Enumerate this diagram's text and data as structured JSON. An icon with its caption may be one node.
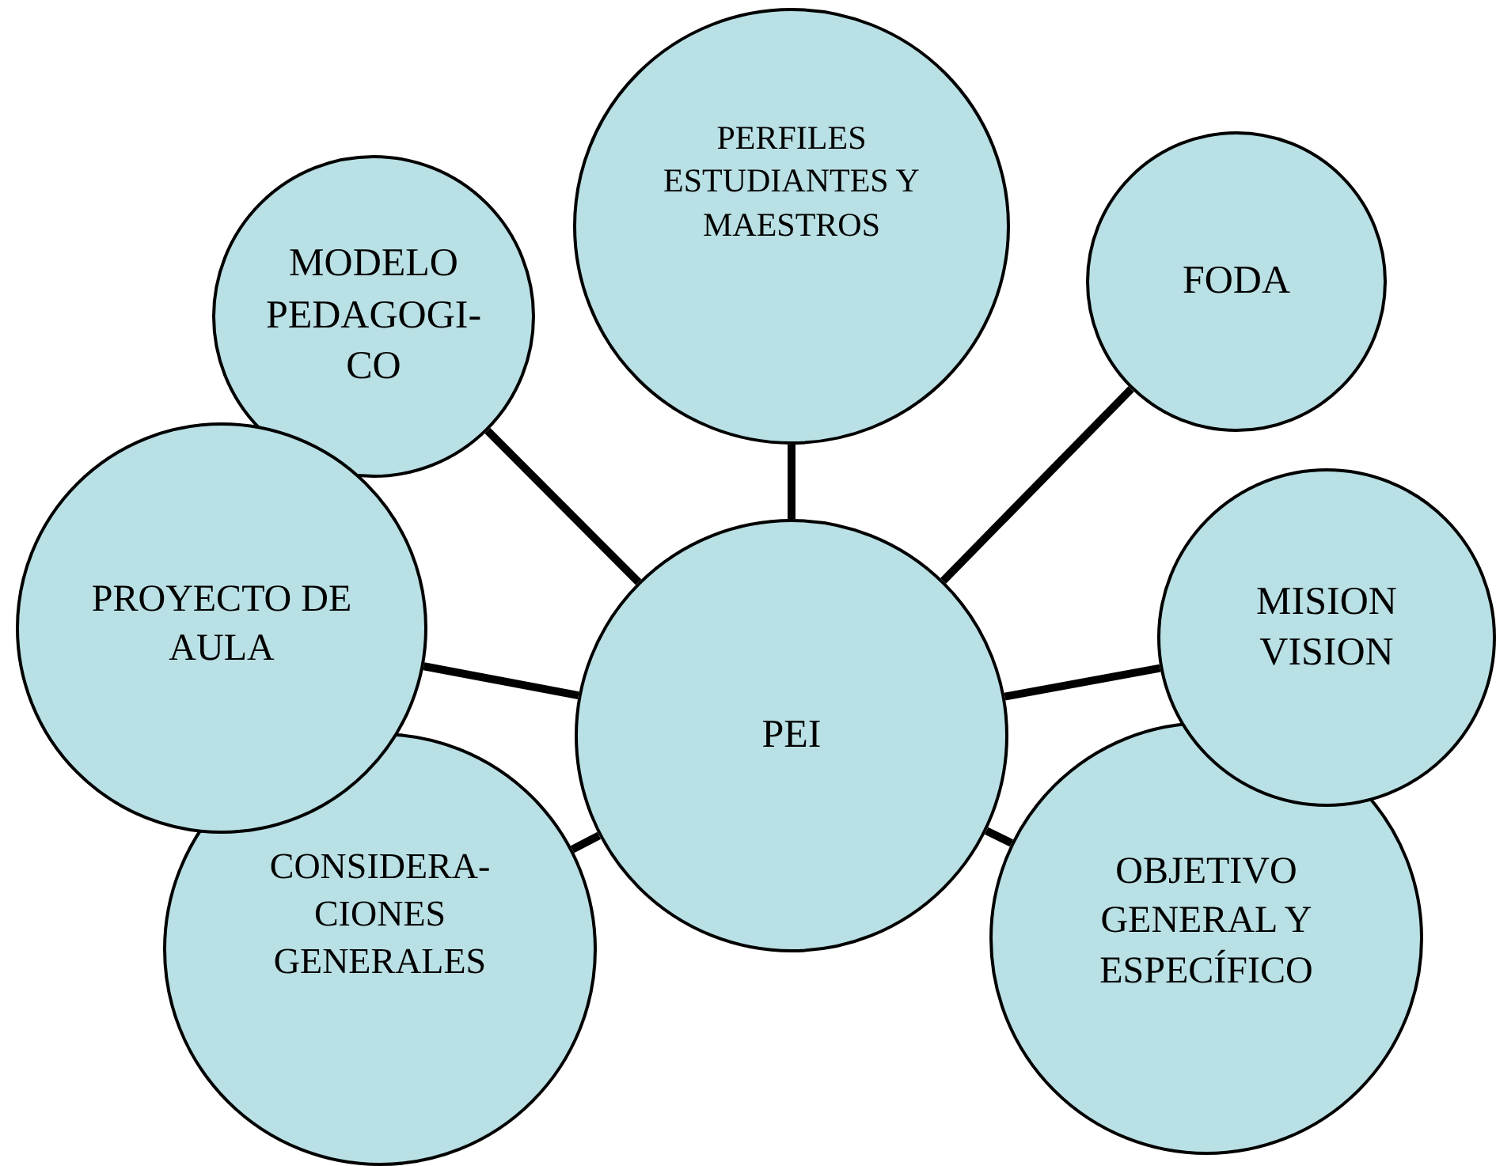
{
  "diagram": {
    "nodes": [
      {
        "text": [
          "PERFILES ESTUDIANTES Y MAESTROS"
        ]
      },
      {
        "text": [
          "MODELO PEDAGOGI- CO"
        ]
      },
      {
        "text": [
          "FODA"
        ]
      },
      {
        "text": [
          "PROYECTO DE AULA"
        ]
      },
      {
        "text": [
          "MISION VISION"
        ]
      },
      {
        "text": [
          "PEI"
        ]
      },
      {
        "text": [
          "CONSIDERA- CIONES GENERALES"
        ]
      },
      {
        "text": [
          "OBJETIVO GENERAL Y ESPECÍFICO"
        ]
      }
    ],
    "edges": [
      {
        "from": 5,
        "to": 0,
        "arrow": "none"
      },
      {
        "from": 5,
        "to": 1,
        "arrow": "none"
      },
      {
        "from": 5,
        "to": 2,
        "arrow": "none"
      },
      {
        "from": 5,
        "to": 3,
        "arrow": "none"
      },
      {
        "from": 5,
        "to": 4,
        "arrow": "none"
      },
      {
        "from": 5,
        "to": 6,
        "arrow": "none"
      },
      {
        "from": 5,
        "to": 7,
        "arrow": "none"
      }
    ]
  }
}
